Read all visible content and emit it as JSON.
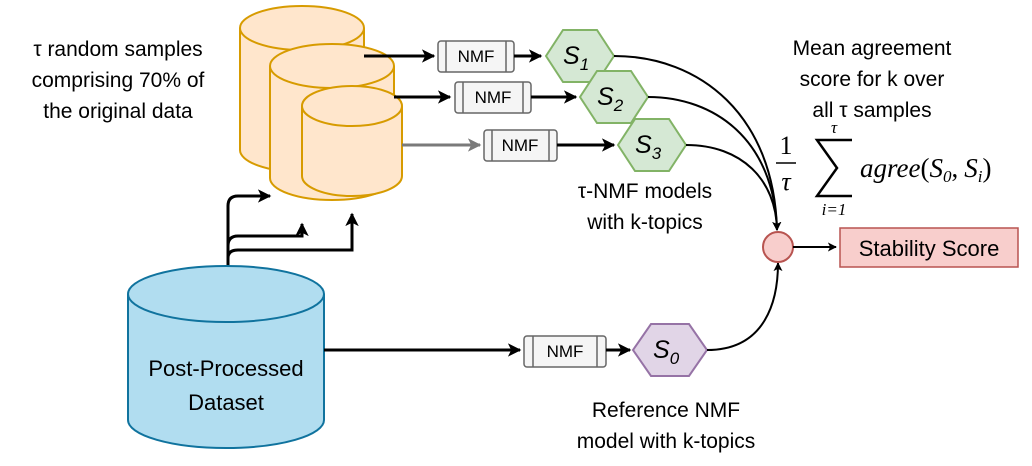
{
  "annotations": {
    "samples_line1": "τ random samples",
    "samples_line2": "comprising 70% of",
    "samples_line3": "the original data",
    "mean_line1": "Mean agreement",
    "mean_line2": "score for k over",
    "mean_line3": "all τ samples",
    "models_line1": "τ-NMF models",
    "models_line2": "with k-topics",
    "reference_line1": "Reference NMF",
    "reference_line2": "model with k-topics"
  },
  "dataset": {
    "line1": "Post-Processed",
    "line2": "Dataset"
  },
  "nmf_label": "NMF",
  "stability_label": "Stability Score",
  "hexagons": [
    {
      "base": "S",
      "sub": "1"
    },
    {
      "base": "S",
      "sub": "2"
    },
    {
      "base": "S",
      "sub": "3"
    },
    {
      "base": "S",
      "sub": "0"
    }
  ],
  "formula": {
    "frac_num": "1",
    "frac_den": "τ",
    "sum_upper": "τ",
    "sum_lower": "i=1",
    "func": "agree",
    "args_open": "(",
    "arg0": "S",
    "arg0_sub": "0",
    "comma": ",",
    "arg1": "S",
    "arg1_sub": "i",
    "args_close": ")"
  },
  "colors": {
    "sample_fill": "#ffe6cc",
    "sample_stroke": "#d79b00",
    "dataset_fill": "#b1ddf0",
    "dataset_stroke": "#10739e",
    "hex_fill": "#d5e8d4",
    "hex_stroke": "#82b366",
    "ref_hex_fill": "#e1d5e7",
    "ref_hex_stroke": "#9673a6",
    "score_fill": "#f8cecc",
    "score_stroke": "#b85450",
    "nmf_fill": "#f5f5f5",
    "nmf_stroke": "#666666"
  }
}
